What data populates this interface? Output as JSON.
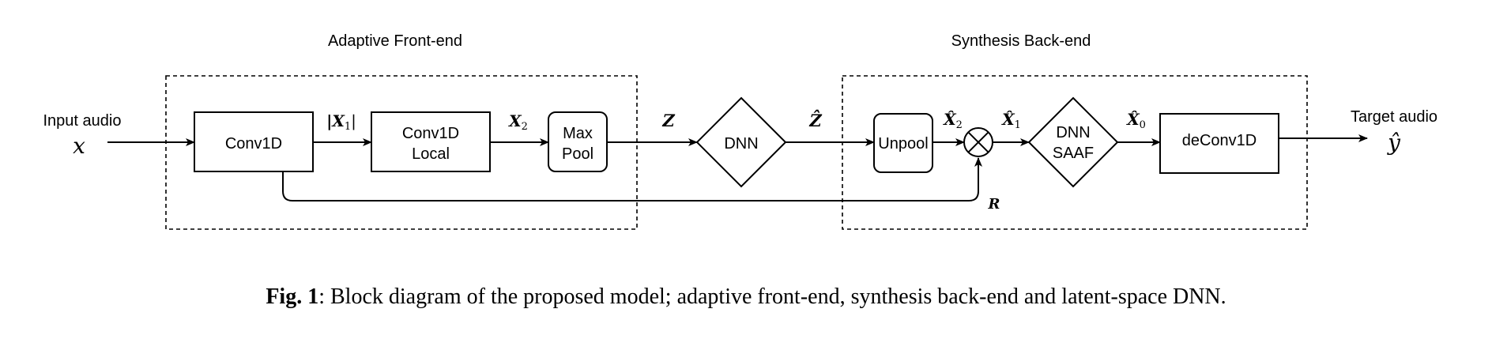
{
  "groups": {
    "front_end": "Adaptive Front-end",
    "back_end": "Synthesis Back-end"
  },
  "io": {
    "input_label": "Input audio",
    "input_symbol": "x",
    "output_label": "Target audio",
    "output_symbol": "ŷ"
  },
  "blocks": {
    "conv1d": "Conv1D",
    "conv1d_local_1": "Conv1D",
    "conv1d_local_2": "Local",
    "max_pool_1": "Max",
    "max_pool_2": "Pool",
    "dnn": "DNN",
    "unpool": "Unpool",
    "dnn_saaf_1": "DNN",
    "dnn_saaf_2": "SAAF",
    "deconv1d": "deConv1D"
  },
  "signals": {
    "x1": "|X",
    "x1_sub": "1",
    "x1_close": "|",
    "x2": "X",
    "x2_sub": "2",
    "z": "Z",
    "z_hat": "Ẑ",
    "x2_hat": "X̂",
    "x2_hat_sub": "2",
    "x1_hat": "X̂",
    "x1_hat_sub": "1",
    "x0_hat": "X̂",
    "x0_hat_sub": "0",
    "r": "R"
  },
  "caption": {
    "prefix": "Fig. 1",
    "text": ": Block diagram of the proposed model; adaptive front-end, synthesis back-end and latent-space DNN."
  }
}
